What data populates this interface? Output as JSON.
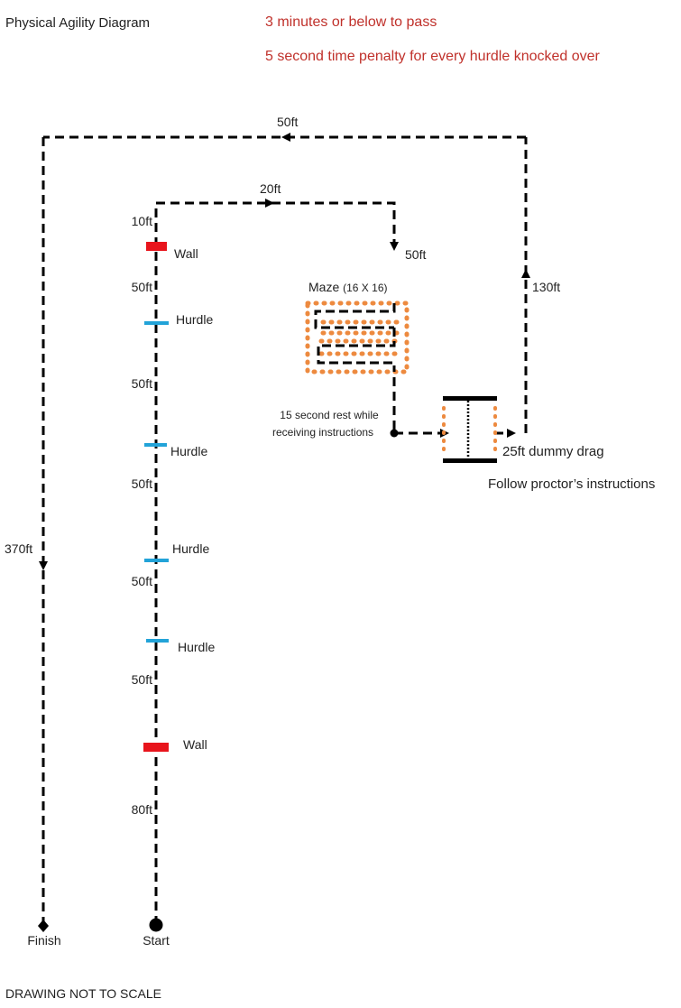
{
  "header": {
    "title": "Physical Agility Diagram",
    "rule_pass": "3 minutes or below to pass",
    "rule_penalty": "5 second time penalty for every hurdle knocked over"
  },
  "footer": {
    "note": "DRAWING NOT TO SCALE"
  },
  "colors": {
    "wall": "#e8141c",
    "hurdle": "#22a3d8",
    "maze_dots": "#ed8a3f",
    "line": "#000000",
    "rule_text": "#c0312b"
  },
  "track": {
    "start_label": "Start",
    "finish_label": "Finish",
    "distances": {
      "d1": "10ft",
      "d2": "50ft",
      "d3": "50ft",
      "d4": "50ft",
      "d5": "50ft",
      "d6": "50ft",
      "d7": "80ft",
      "top_run": "20ft",
      "down_run": "50ft",
      "up_run": "130ft",
      "return_top": "50ft",
      "return_down": "370ft"
    },
    "obstacles": {
      "wall_top": "Wall",
      "hurdle_1": "Hurdle",
      "hurdle_2": "Hurdle",
      "hurdle_3": "Hurdle",
      "hurdle_4": "Hurdle",
      "wall_bottom": "Wall"
    }
  },
  "maze": {
    "label": "Maze",
    "size": "(16 X 16)"
  },
  "rest": {
    "line1": "15 second rest while",
    "line2": "receiving instructions"
  },
  "dummy": {
    "label": "25ft dummy drag",
    "instructions": "Follow proctor’s instructions"
  }
}
